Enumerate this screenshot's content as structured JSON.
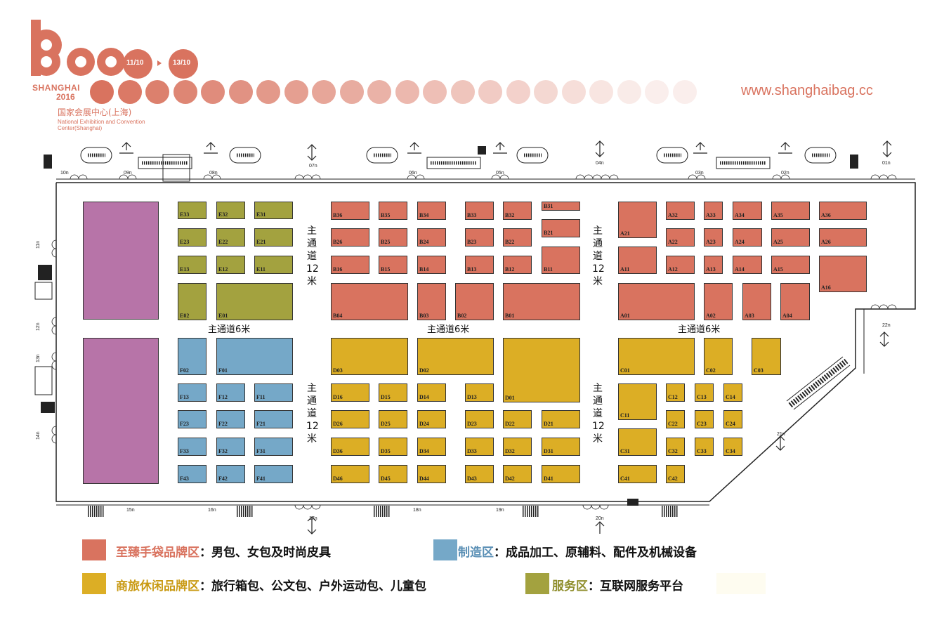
{
  "header": {
    "logo_text": "Bao",
    "date_start": "11/10",
    "date_end": "13/10",
    "city": "SHANGHAI",
    "year": "2016",
    "venue_cn": "国家会展中心(上海)",
    "venue_en": "National Exhibition and Convention Center(Shanghai)",
    "website": "www.shanghaibag.cc"
  },
  "colors": {
    "brand": "#d9735f",
    "red_zone": "#d9735f",
    "blue_zone": "#75a8c8",
    "yellow_zone": "#dcae25",
    "olive_zone": "#a3a23f",
    "purple_zone": "#b774a8"
  },
  "aisles": {
    "main_6m": "主通道6米",
    "main_12m_chars": [
      "主",
      "通",
      "道",
      "12",
      "米"
    ]
  },
  "gates": [
    "10n",
    "09n",
    "08n",
    "07n",
    "06n",
    "05n",
    "04n",
    "03n",
    "02n",
    "01n",
    "11n",
    "12n",
    "13n",
    "14n",
    "15n",
    "16n",
    "17n",
    "18n",
    "19n",
    "20n",
    "21n",
    "22n"
  ],
  "booths": [
    {
      "id": "E33",
      "zone": "olive"
    },
    {
      "id": "E32",
      "zone": "olive"
    },
    {
      "id": "E31",
      "zone": "olive"
    },
    {
      "id": "E23",
      "zone": "olive"
    },
    {
      "id": "E22",
      "zone": "olive"
    },
    {
      "id": "E21",
      "zone": "olive"
    },
    {
      "id": "E13",
      "zone": "olive"
    },
    {
      "id": "E12",
      "zone": "olive"
    },
    {
      "id": "E11",
      "zone": "olive"
    },
    {
      "id": "E02",
      "zone": "olive"
    },
    {
      "id": "E01",
      "zone": "olive"
    },
    {
      "id": "B36",
      "zone": "red"
    },
    {
      "id": "B35",
      "zone": "red"
    },
    {
      "id": "B34",
      "zone": "red"
    },
    {
      "id": "B33",
      "zone": "red"
    },
    {
      "id": "B32",
      "zone": "red"
    },
    {
      "id": "B31",
      "zone": "red"
    },
    {
      "id": "B26",
      "zone": "red"
    },
    {
      "id": "B25",
      "zone": "red"
    },
    {
      "id": "B24",
      "zone": "red"
    },
    {
      "id": "B23",
      "zone": "red"
    },
    {
      "id": "B22",
      "zone": "red"
    },
    {
      "id": "B21",
      "zone": "red"
    },
    {
      "id": "B16",
      "zone": "red"
    },
    {
      "id": "B15",
      "zone": "red"
    },
    {
      "id": "B14",
      "zone": "red"
    },
    {
      "id": "B13",
      "zone": "red"
    },
    {
      "id": "B12",
      "zone": "red"
    },
    {
      "id": "B11",
      "zone": "red"
    },
    {
      "id": "B04",
      "zone": "red"
    },
    {
      "id": "B03",
      "zone": "red"
    },
    {
      "id": "B02",
      "zone": "red"
    },
    {
      "id": "B01",
      "zone": "red"
    },
    {
      "id": "A21",
      "zone": "red"
    },
    {
      "id": "A32",
      "zone": "red"
    },
    {
      "id": "A33",
      "zone": "red"
    },
    {
      "id": "A34",
      "zone": "red"
    },
    {
      "id": "A35",
      "zone": "red"
    },
    {
      "id": "A36",
      "zone": "red"
    },
    {
      "id": "A22",
      "zone": "red"
    },
    {
      "id": "A23",
      "zone": "red"
    },
    {
      "id": "A24",
      "zone": "red"
    },
    {
      "id": "A25",
      "zone": "red"
    },
    {
      "id": "A26",
      "zone": "red"
    },
    {
      "id": "A11",
      "zone": "red"
    },
    {
      "id": "A12",
      "zone": "red"
    },
    {
      "id": "A13",
      "zone": "red"
    },
    {
      "id": "A14",
      "zone": "red"
    },
    {
      "id": "A15",
      "zone": "red"
    },
    {
      "id": "A16",
      "zone": "red"
    },
    {
      "id": "A01",
      "zone": "red"
    },
    {
      "id": "A02",
      "zone": "red"
    },
    {
      "id": "A03",
      "zone": "red"
    },
    {
      "id": "A04",
      "zone": "red"
    },
    {
      "id": "F02",
      "zone": "blue"
    },
    {
      "id": "F01",
      "zone": "blue"
    },
    {
      "id": "F13",
      "zone": "blue"
    },
    {
      "id": "F12",
      "zone": "blue"
    },
    {
      "id": "F11",
      "zone": "blue"
    },
    {
      "id": "F23",
      "zone": "blue"
    },
    {
      "id": "F22",
      "zone": "blue"
    },
    {
      "id": "F21",
      "zone": "blue"
    },
    {
      "id": "F33",
      "zone": "blue"
    },
    {
      "id": "F32",
      "zone": "blue"
    },
    {
      "id": "F31",
      "zone": "blue"
    },
    {
      "id": "F43",
      "zone": "blue"
    },
    {
      "id": "F42",
      "zone": "blue"
    },
    {
      "id": "F41",
      "zone": "blue"
    },
    {
      "id": "D03",
      "zone": "yellow"
    },
    {
      "id": "D02",
      "zone": "yellow"
    },
    {
      "id": "D01",
      "zone": "yellow"
    },
    {
      "id": "D16",
      "zone": "yellow"
    },
    {
      "id": "D15",
      "zone": "yellow"
    },
    {
      "id": "D14",
      "zone": "yellow"
    },
    {
      "id": "D13",
      "zone": "yellow"
    },
    {
      "id": "D26",
      "zone": "yellow"
    },
    {
      "id": "D25",
      "zone": "yellow"
    },
    {
      "id": "D24",
      "zone": "yellow"
    },
    {
      "id": "D23",
      "zone": "yellow"
    },
    {
      "id": "D22",
      "zone": "yellow"
    },
    {
      "id": "D21",
      "zone": "yellow"
    },
    {
      "id": "D36",
      "zone": "yellow"
    },
    {
      "id": "D35",
      "zone": "yellow"
    },
    {
      "id": "D34",
      "zone": "yellow"
    },
    {
      "id": "D33",
      "zone": "yellow"
    },
    {
      "id": "D32",
      "zone": "yellow"
    },
    {
      "id": "D31",
      "zone": "yellow"
    },
    {
      "id": "D46",
      "zone": "yellow"
    },
    {
      "id": "D45",
      "zone": "yellow"
    },
    {
      "id": "D44",
      "zone": "yellow"
    },
    {
      "id": "D43",
      "zone": "yellow"
    },
    {
      "id": "D42",
      "zone": "yellow"
    },
    {
      "id": "D41",
      "zone": "yellow"
    },
    {
      "id": "C01",
      "zone": "yellow"
    },
    {
      "id": "C02",
      "zone": "yellow"
    },
    {
      "id": "C03",
      "zone": "yellow"
    },
    {
      "id": "C11",
      "zone": "yellow"
    },
    {
      "id": "C12",
      "zone": "yellow"
    },
    {
      "id": "C13",
      "zone": "yellow"
    },
    {
      "id": "C14",
      "zone": "yellow"
    },
    {
      "id": "C22",
      "zone": "yellow"
    },
    {
      "id": "C23",
      "zone": "yellow"
    },
    {
      "id": "C24",
      "zone": "yellow"
    },
    {
      "id": "C31",
      "zone": "yellow"
    },
    {
      "id": "C32",
      "zone": "yellow"
    },
    {
      "id": "C33",
      "zone": "yellow"
    },
    {
      "id": "C34",
      "zone": "yellow"
    },
    {
      "id": "C41",
      "zone": "yellow"
    },
    {
      "id": "C42",
      "zone": "yellow"
    }
  ],
  "legend": [
    {
      "zone": "至臻手袋品牌区",
      "desc": "：男包、女包及时尚皮具",
      "color": "#d9735f"
    },
    {
      "zone": "制造区",
      "desc": "：成品加工、原辅料、配件及机械设备",
      "color": "#75a8c8"
    },
    {
      "zone": "商旅休闲品牌区",
      "desc": "：旅行箱包、公文包、户外运动包、儿童包",
      "color": "#dcae25"
    },
    {
      "zone": "服务区",
      "desc": "：互联网服务平台",
      "color": "#a3a23f"
    }
  ]
}
